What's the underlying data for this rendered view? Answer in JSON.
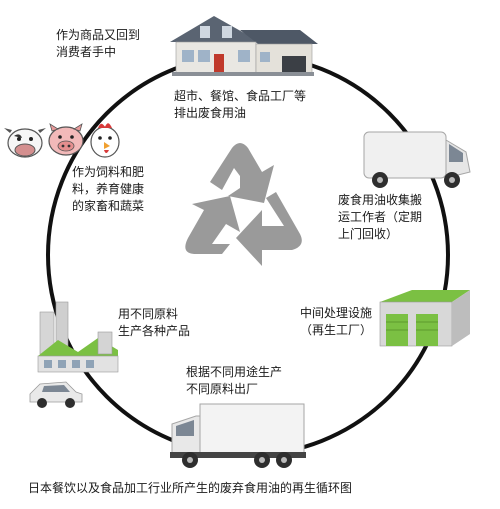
{
  "nodes": {
    "consumer": {
      "line1": "作为商品又回到",
      "line2": "消费者手中"
    },
    "sources": {
      "line1": "超市、餐馆、食品工厂等",
      "line2": "排出废食用油"
    },
    "collection": {
      "line1": "废食用油收集搬",
      "line2": "运工作者（定期",
      "line3": "上门回收）"
    },
    "processing": {
      "line1": "中间处理设施",
      "line2": "（再生工厂）"
    },
    "products": {
      "line1": "根据不同用途生产",
      "line2": "不同原料出厂"
    },
    "manufacture": {
      "line1": "用不同原料",
      "line2": "生产各种产品"
    },
    "feed": {
      "line1": "作为饲料和肥",
      "line2": "料，养育健康",
      "line3": "的家畜和蔬菜"
    }
  },
  "caption": "日本餐饮以及食品加工行业所产生的废弃食用油的再生循环图",
  "colors": {
    "cycle_ring": "#111111",
    "recycle_symbol": "#9a9a9a",
    "factory_green": "#7bc043",
    "truck_white": "#f2f2f2",
    "text": "#1a1a1a"
  },
  "icons": [
    "house-icon",
    "van-icon",
    "recycling-plant-icon",
    "truck-icon",
    "factory-icon",
    "car-icon",
    "cow-icon",
    "pig-icon",
    "chicken-icon",
    "recycle-symbol-icon"
  ]
}
